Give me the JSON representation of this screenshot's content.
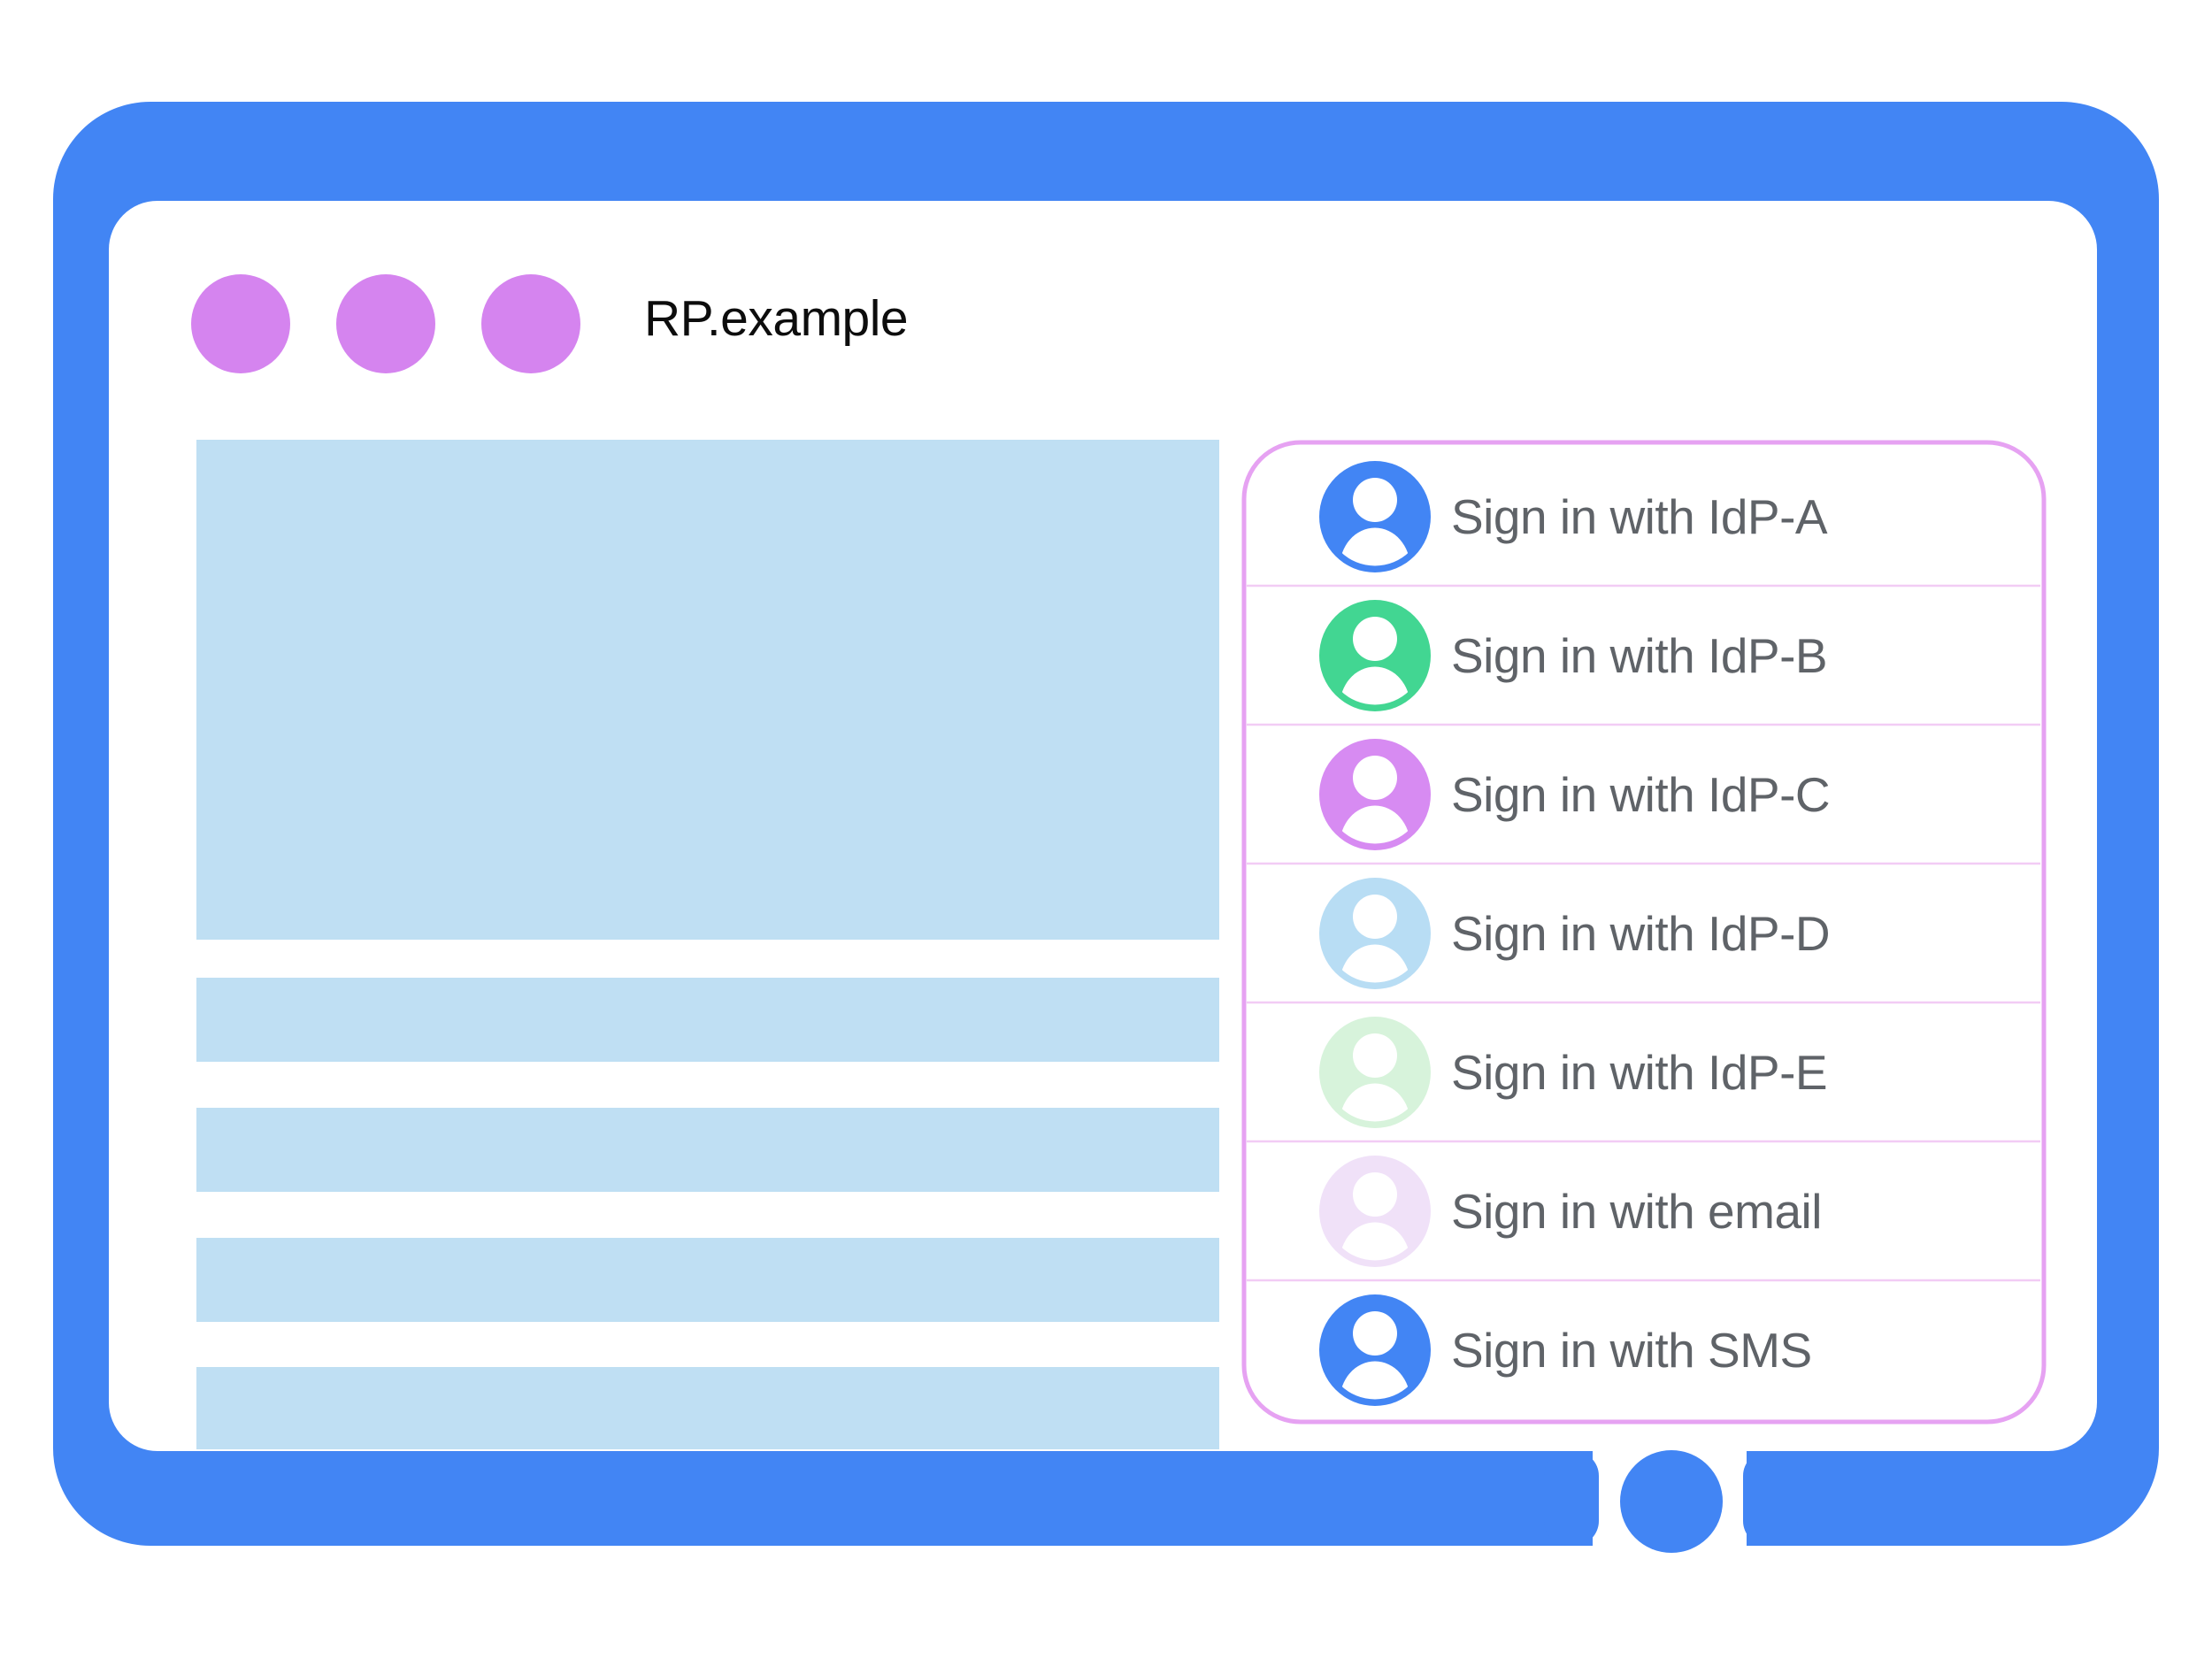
{
  "window": {
    "title": "RP.example",
    "control_dot_count": 3
  },
  "colors": {
    "frame_blue": "#4285F4",
    "content_placeholder_blue": "#BFDFF3",
    "window_dot_purple": "#D584EF",
    "panel_border_purple": "#E6A2F2",
    "row_separator_purple": "#F2CCF5",
    "title_text": "#0D0D0D",
    "row_text": "#5F6368",
    "background": "#FFFFFF",
    "avatar_glyph": "#FFFFFF"
  },
  "panel": {
    "rows": [
      {
        "label": "Sign in with IdP-A",
        "avatar_color": "#4285F4"
      },
      {
        "label": "Sign in with IdP-B",
        "avatar_color": "#42D692"
      },
      {
        "label": "Sign in with IdP-C",
        "avatar_color": "#D78BF2"
      },
      {
        "label": "Sign in with IdP-D",
        "avatar_color": "#B8DDF4"
      },
      {
        "label": "Sign in with IdP-E",
        "avatar_color": "#D7F3DB"
      },
      {
        "label": "Sign in with email",
        "avatar_color": "#F0E1F8"
      },
      {
        "label": "Sign in with SMS",
        "avatar_color": "#4285F4"
      }
    ]
  }
}
